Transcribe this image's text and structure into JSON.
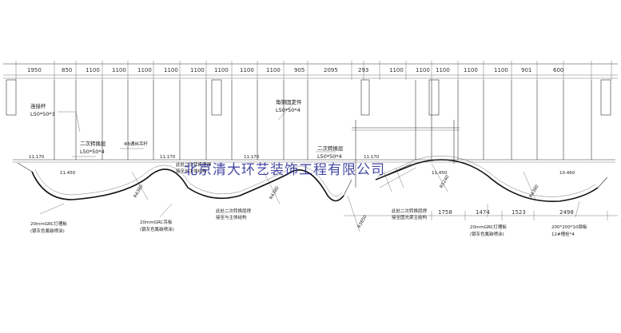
{
  "top_dimensions": [
    "1950",
    "850",
    "1100",
    "1100",
    "1100",
    "1100",
    "1100",
    "1100",
    "1100",
    "1100",
    "905",
    "2095",
    "293",
    "1100",
    "1100",
    "1100",
    "1100",
    "1100",
    "901",
    "600"
  ],
  "bottom_dimensions": [
    "1758",
    "1474",
    "1523",
    "2498"
  ],
  "radius_labels": [
    "R4380",
    "R4380",
    "R3850",
    "R4380",
    "R5240"
  ],
  "level_labels": [
    "11.170",
    "11.450",
    "11.170",
    "11.170",
    "11.170",
    "11.450",
    "10.460"
  ],
  "labels": {
    "connecting_rod_name": "连接杆",
    "connecting_rod_spec": "L50*50*3",
    "angle_steel_name": "角钢固定件",
    "angle_steel_spec": "L50*50*4",
    "secondary_frame_1_name": "二次转换层",
    "secondary_frame_1_spec": "L50*50*4",
    "secondary_frame_2_name": "二次转换层",
    "secondary_frame_2_spec": "L50*50*4",
    "hanger_rod": "Φ8通丝吊杆",
    "note_a_1": "此处二次转换层焊",
    "note_a_2": "接至与主体结构",
    "note_b_1": "此处二次转换层焊",
    "note_b_2": "接至与主体结构",
    "note_c_1": "此处二次转换层焊",
    "note_c_2": "接至固光梁主结构",
    "grc_trough_left_1": "20mmGRC灯槽板",
    "grc_trough_left_2": "(银灰色氟碳喷涂)",
    "grc_ceiling_1": "20mmGRC吊板",
    "grc_ceiling_2": "(银灰色氟碳喷涂)",
    "grc_trough_right_1": "20mmGRC灯槽板",
    "grc_trough_right_2": "(银灰色氟碳喷涂)",
    "steel_plate_1": "200*200*10钢板",
    "steel_plate_2": "12#槽栓*4"
  },
  "watermark": "北京清大环艺装饰工程有限公司"
}
